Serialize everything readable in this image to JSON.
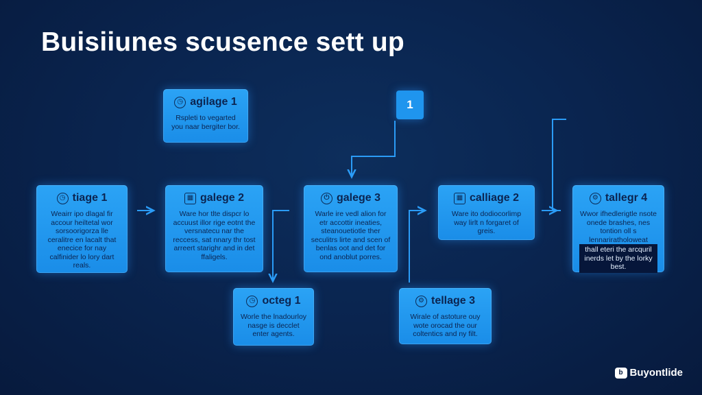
{
  "title": "Buisiiunes scusence sett up",
  "step_number": "1",
  "brand": "Buyontlide",
  "colors": {
    "background": "#0a2550",
    "card": "#2198f0",
    "connector": "#2b9cf7"
  },
  "cards": {
    "top": {
      "icon": "clock-icon",
      "title": "agilage 1",
      "body": "Rspleti to vegarted you naar bergiter bor."
    },
    "a": {
      "icon": "clock-icon",
      "title": "tiage 1",
      "body": "Weairr ipo dlagal fir accour heiltetal wor sorsoorigorza lle ceralitre en lacalt that enecice for nay calfinider lo lory dart reals."
    },
    "b": {
      "icon": "calendar-icon",
      "title": "galege 2",
      "body": "Ware hor tlte dispcr lo accuust illor rige eotnt the versnatecu nar the reccess, sat nnary thr tost arreert starighr and in det ffaligels."
    },
    "c": {
      "icon": "plug-icon",
      "title": "galege 3",
      "body": "Warle ire vedl alion for etr accottir ineaties, steanouetiotle ther seculitrs lirte and scen of benlas oot and det for ond anoblut porres."
    },
    "d": {
      "icon": "calendar-icon",
      "title": "calliage 2",
      "body": "Ware ito dodiocorlimp way lirlt n forgaret of greis."
    },
    "e": {
      "icon": "gear-icon",
      "title": "tallegr 4",
      "body": "Wwor ifhedlerigtle nsote onede brashes, nes tontion oll s lennariratholoweat",
      "highlight": "thall eteri the arcquril inerds let by the lorky best."
    },
    "f": {
      "icon": "clock-icon",
      "title": "octeg 1",
      "body": "Worle the lnadourloy nasge is decclet enter agents."
    },
    "g": {
      "icon": "gear-icon",
      "title": "tellage 3",
      "body": "Wirale of astoture ouy wote orocad the our coltentics and ny filt."
    }
  }
}
